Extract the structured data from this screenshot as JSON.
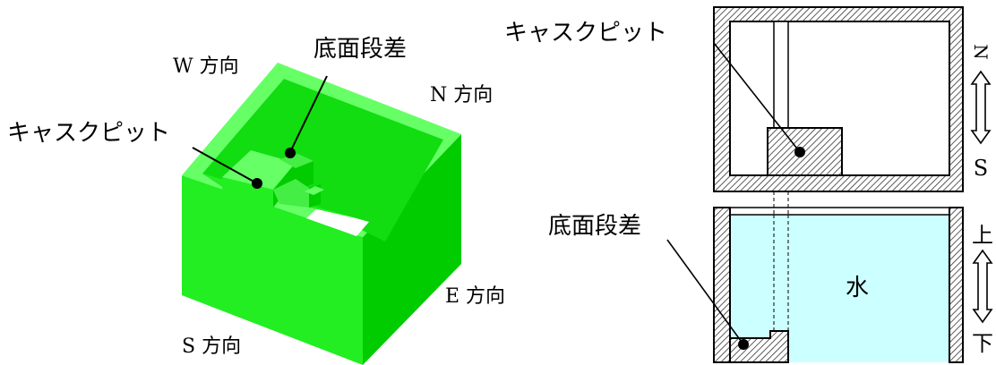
{
  "iso_view": {
    "label_w": "W 方向",
    "label_n": "N 方向",
    "label_e": "E 方向",
    "label_s": "S 方向",
    "label_step": "底面段差",
    "label_pit": "キャスクピット",
    "colors": {
      "front": "#22ee22",
      "right": "#00cc00",
      "top": "#66ff66",
      "inner": "#11dd11",
      "floor": "#22ee22",
      "pit": "#44ee44"
    }
  },
  "plan_view": {
    "label_pit": "キャスクピット",
    "arrow_top": "N",
    "arrow_bottom": "S"
  },
  "section_view": {
    "label_step": "底面段差",
    "label_water": "水",
    "arrow_top": "上",
    "arrow_bottom": "下",
    "colors": {
      "water": "#ccffff"
    }
  }
}
